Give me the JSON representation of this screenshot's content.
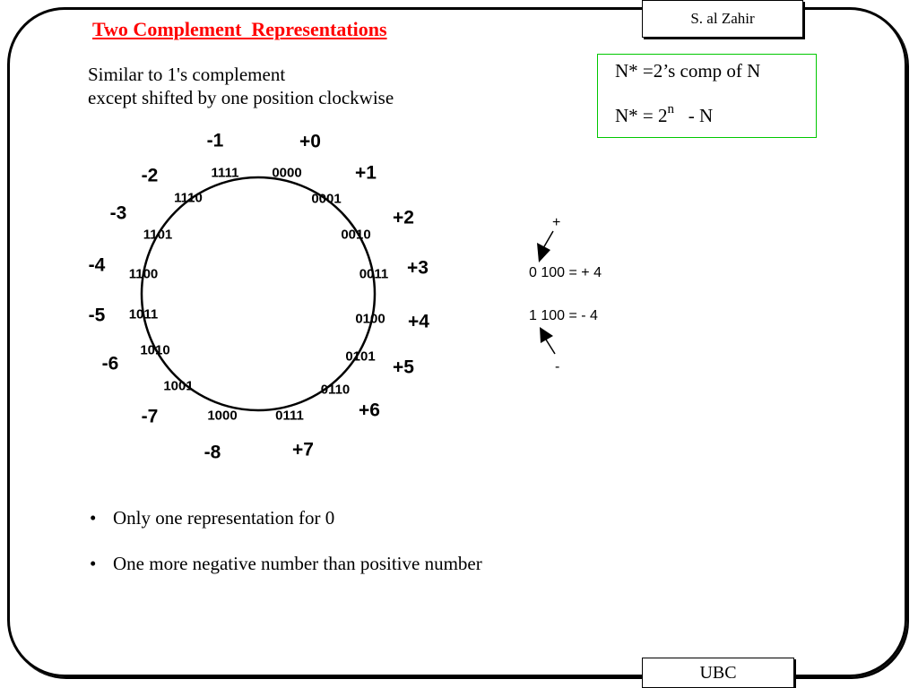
{
  "header": {
    "title": "Two Complement  Representations",
    "author": "S.  al Zahir"
  },
  "subtitle": {
    "line1": "Similar to 1's complement",
    "line2": "except shifted by one position clockwise"
  },
  "formula": {
    "line1": "N* =2’s comp of N",
    "line2_prefix": "N* = 2",
    "line2_exponent": "n",
    "line2_suffix": "   - N"
  },
  "wheel": {
    "decimals": [
      "+0",
      "+1",
      "+2",
      "+3",
      "+4",
      "+5",
      "+6",
      "+7",
      "-8",
      "-7",
      "-6",
      "-5",
      "-4",
      "-3",
      "-2",
      "-1"
    ],
    "binaries": [
      "0000",
      "0001",
      "0010",
      "0011",
      "0100",
      "0101",
      "0110",
      "0111",
      "1000",
      "1001",
      "1010",
      "1011",
      "1100",
      "1101",
      "1110",
      "1111"
    ]
  },
  "example": {
    "plus_sign": "+",
    "positive": "0 100 = + 4",
    "negative": "1 100 = - 4",
    "minus_sign": "-"
  },
  "bullets": [
    "Only one representation for 0",
    "One more negative number than positive number"
  ],
  "footer": {
    "label": "UBC"
  },
  "colors": {
    "title": "#ff0000",
    "formula_border": "#00c800"
  }
}
